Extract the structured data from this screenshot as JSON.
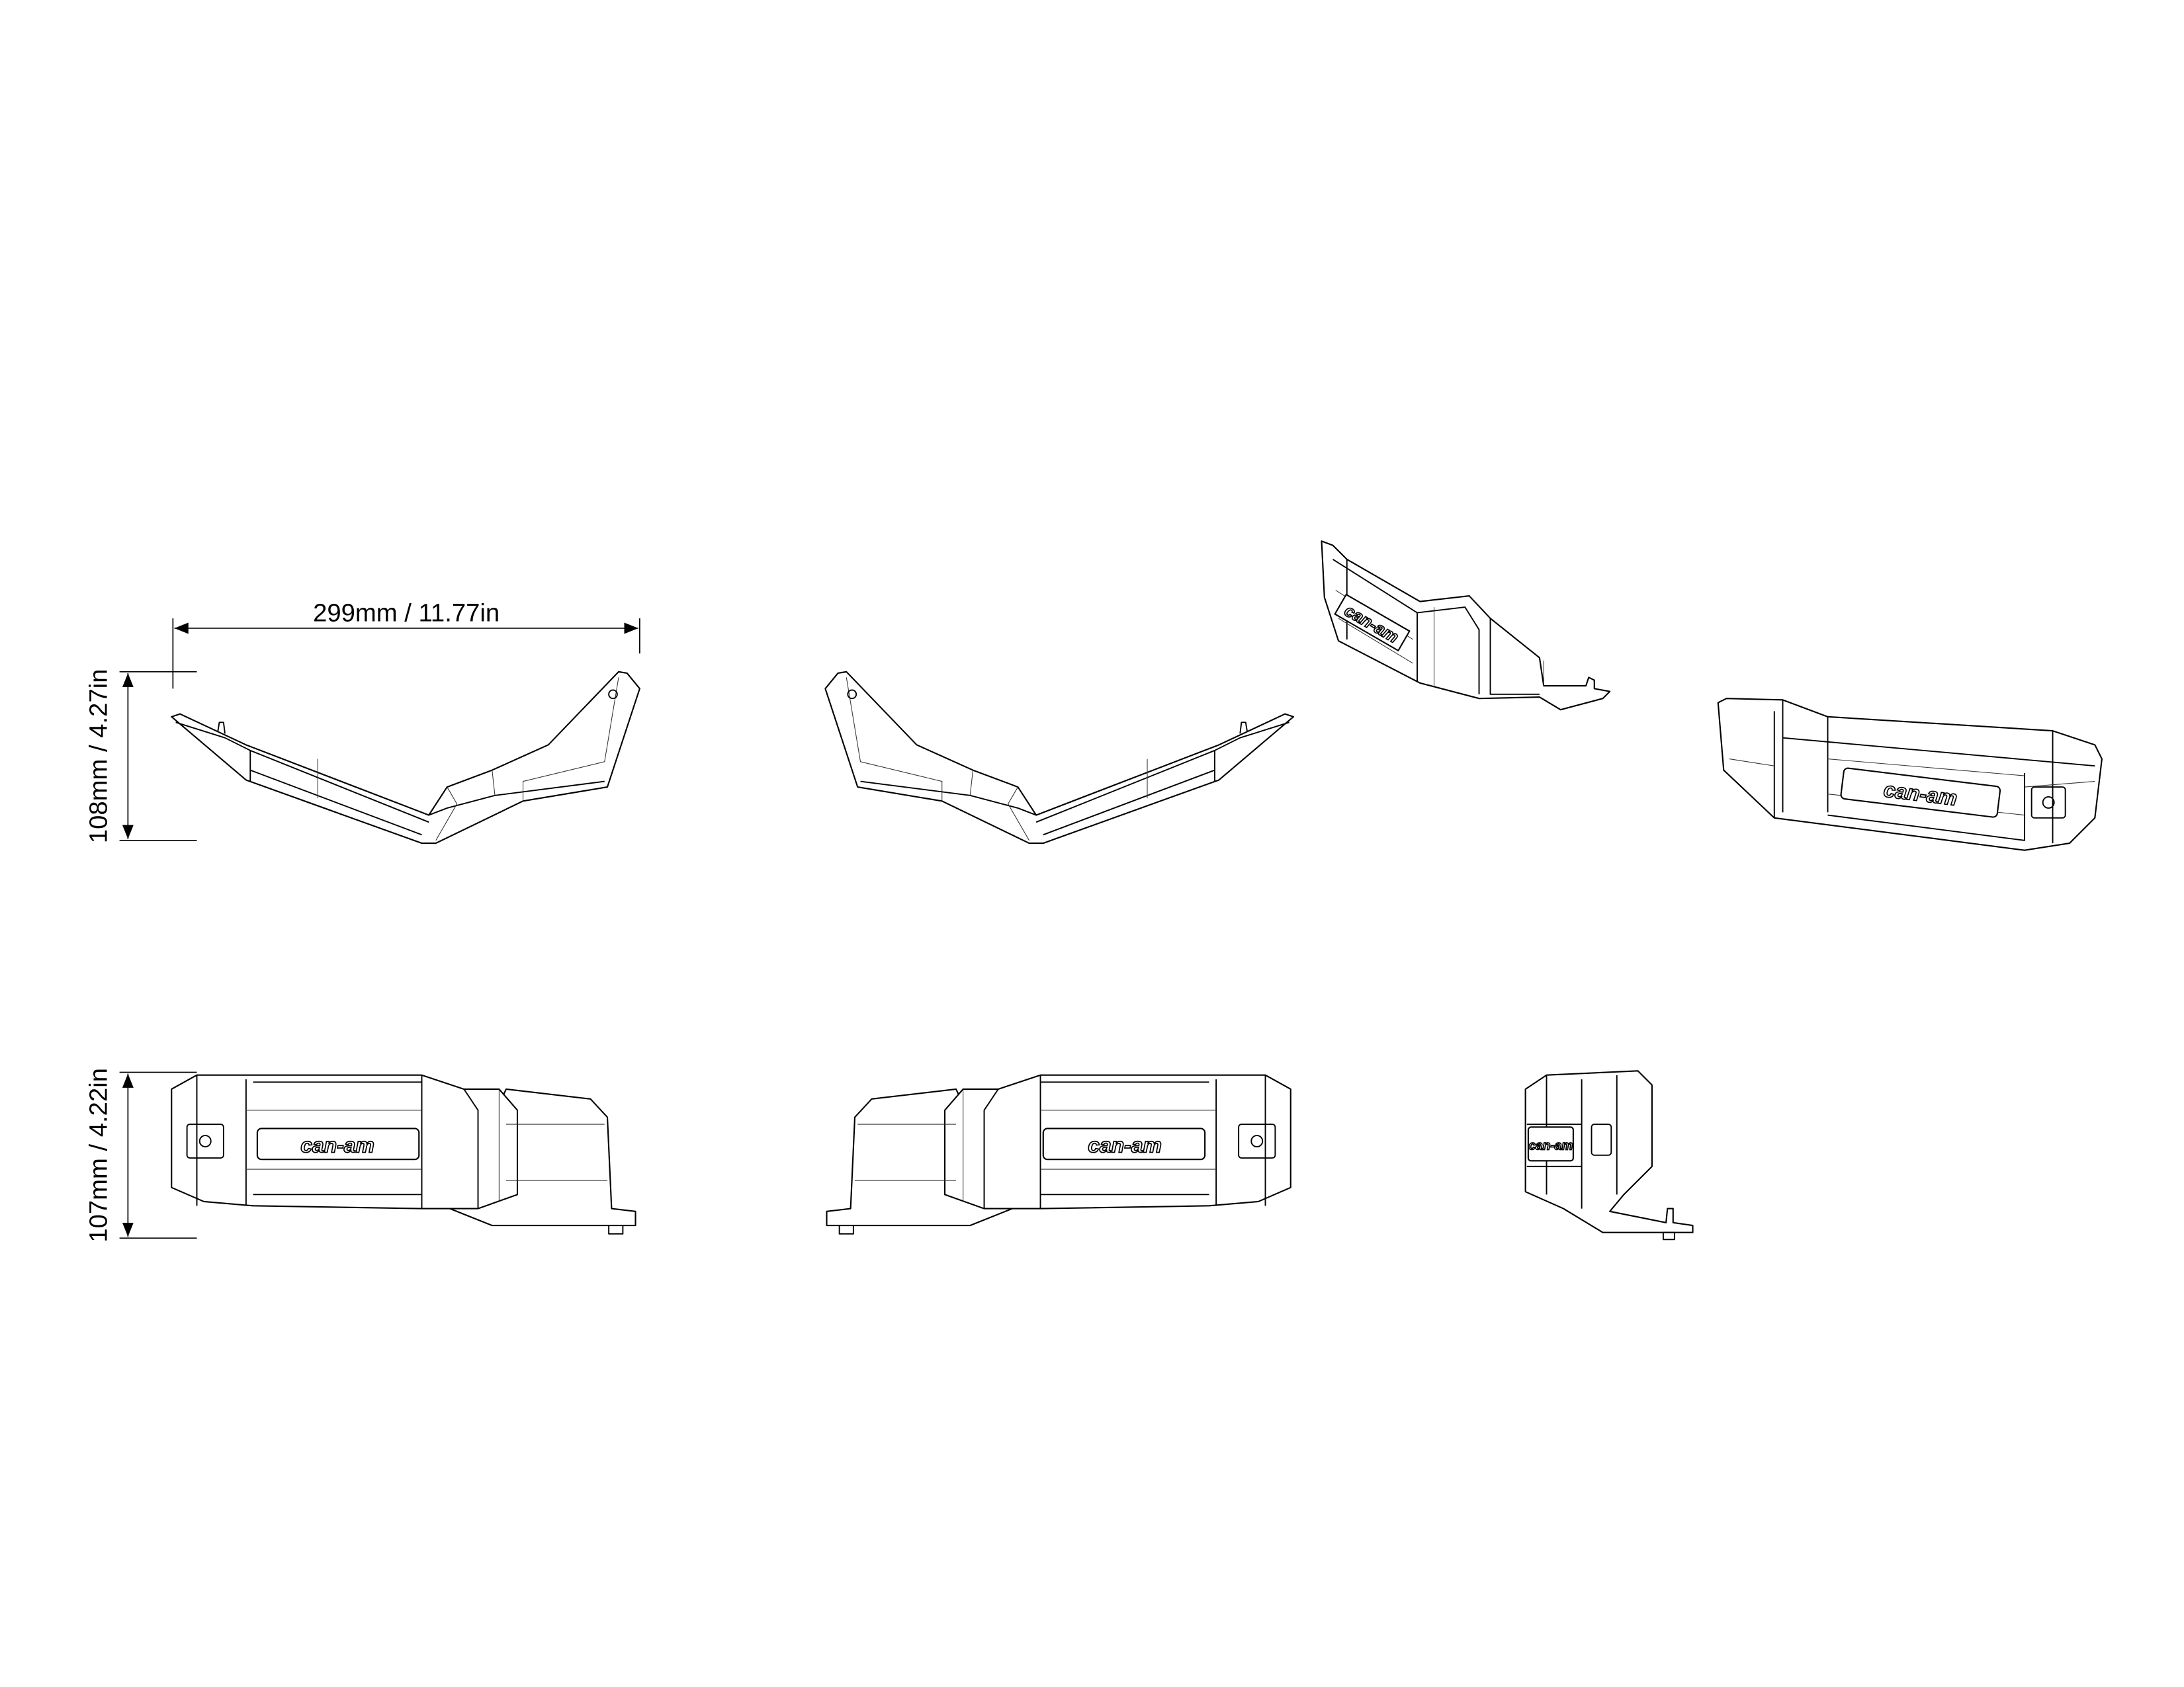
{
  "dimensions": {
    "width": "299mm / 11.77in",
    "height_side": "108mm / 4.27in",
    "height_front": "107mm / 4.22in"
  },
  "logo_text": "can-am"
}
